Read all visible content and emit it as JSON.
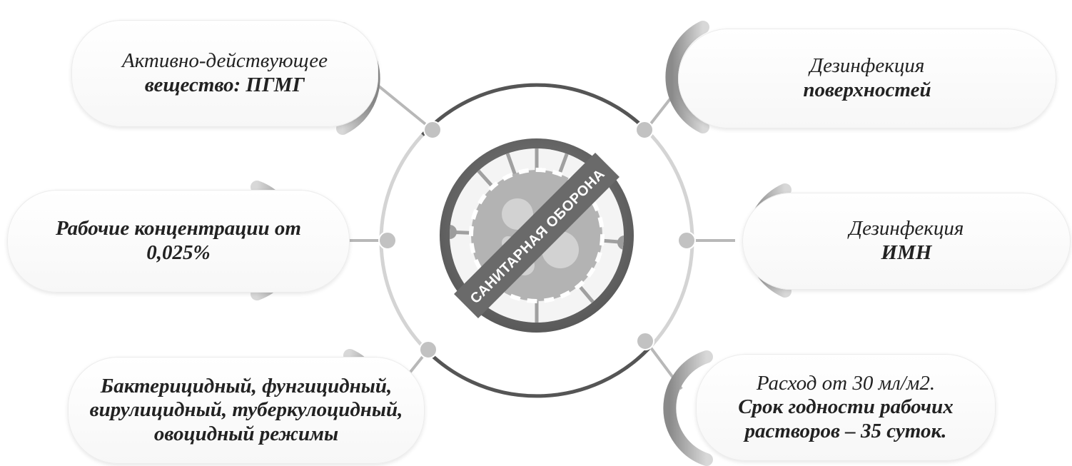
{
  "diagram": {
    "center_stamp_text": "САНИТАРНАЯ ОБОРОНА",
    "nodes": [
      {
        "id": "tl",
        "lines": [
          "Активно-действующее",
          "вещество: ПГМГ"
        ]
      },
      {
        "id": "ml",
        "lines": [
          "Рабочие концентрации от",
          "0,025%"
        ]
      },
      {
        "id": "bl",
        "lines": [
          "Бактерицидный, фунгицидный,",
          "вирулицидный, туберкулоцидный,",
          "овоцидный режимы"
        ]
      },
      {
        "id": "tr",
        "lines": [
          "Дезинфекция",
          "поверхностей"
        ]
      },
      {
        "id": "mr",
        "lines": [
          "Дезинфекция",
          "ИМН"
        ]
      },
      {
        "id": "br",
        "lines": [
          "Расход от 30 мл/м2.",
          "Срок годности рабочих",
          "растворов – 35 суток."
        ]
      }
    ]
  },
  "colors": {
    "ring_dark": "#5a5a5a",
    "ring_light": "#c9c9c9",
    "accent_gray": "#9a9a9a",
    "stamp_fill": "#6e6e6e",
    "virus_fill": "#a8a8a8"
  }
}
